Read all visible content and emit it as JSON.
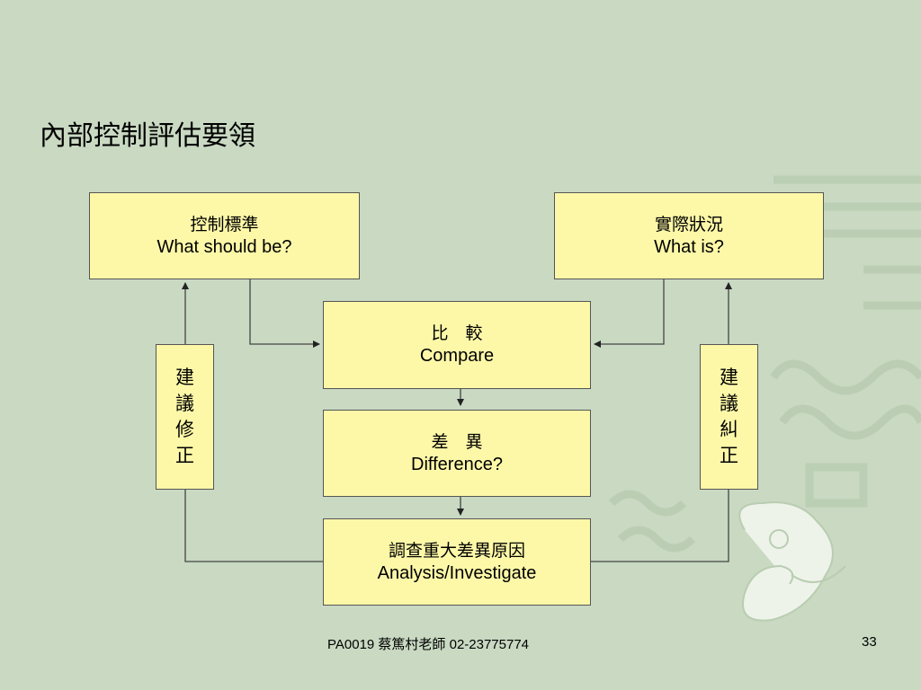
{
  "slide": {
    "title": "內部控制評估要領",
    "footer": "PA0019 蔡篤村老師 02-23775774",
    "page_number": "33"
  },
  "diagram": {
    "standard": {
      "zh": "控制標準",
      "en": "What should be?"
    },
    "actual": {
      "zh": "實際狀況",
      "en": "What is?"
    },
    "compare": {
      "zh": "比　較",
      "en": "Compare"
    },
    "difference": {
      "zh": "差　異",
      "en": "Difference?"
    },
    "analysis": {
      "zh": "調查重大差異原因",
      "en": "Analysis/Investigate"
    },
    "suggest_revise": [
      "建",
      "議",
      "修",
      "正"
    ],
    "suggest_correct": [
      "建",
      "議",
      "糾",
      "正"
    ]
  },
  "colors": {
    "background": "#c9d9c2",
    "box_fill": "#fdf8a8",
    "line": "#444444"
  }
}
